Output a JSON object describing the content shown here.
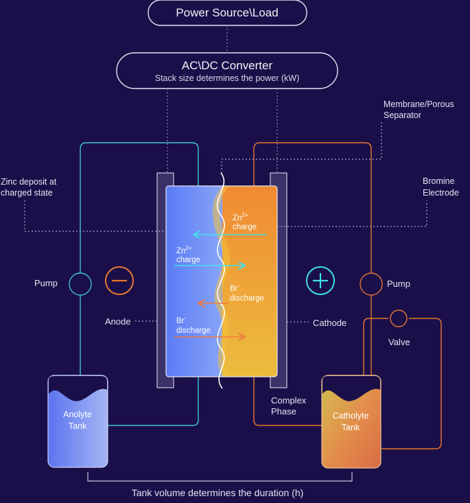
{
  "power_source": {
    "label": "Power Source\\Load"
  },
  "converter": {
    "title": "AC\\DC Converter",
    "subtitle": "Stack size determines the power (kW)"
  },
  "callouts": {
    "membrane": [
      "Membrane/Porous",
      "Separator"
    ],
    "zinc": [
      "Zinc deposit at",
      "charged state"
    ],
    "bromine": [
      "Bromine",
      "Electrode"
    ]
  },
  "labels": {
    "pump_left": "Pump",
    "pump_right": "Pump",
    "anode": "Anode",
    "cathode": "Cathode",
    "valve": "Valve",
    "complex_phase": [
      "Complex",
      "Phase"
    ],
    "anolyte_tank": [
      "Anolyte",
      "Tank"
    ],
    "catholyte_tank": [
      "Catholyte",
      "Tank"
    ],
    "duration": "Tank volume determines the duration (h)"
  },
  "cell": {
    "zn_charge_right": {
      "ion": "Zn",
      "sup": "2+",
      "label": "charge"
    },
    "zn_charge_left": {
      "ion": "Zn",
      "sup": "2+",
      "label": "charge"
    },
    "br_discharge_right": {
      "ion": "Br",
      "sup": "-",
      "label": "discharge"
    },
    "br_discharge_left": {
      "ion": "Br",
      "sup": "-",
      "label": "discharge"
    }
  },
  "symbols": {
    "negative": "−",
    "positive": "+"
  },
  "colors": {
    "background": "#1b0f49",
    "cyan": "#3ec6d6",
    "orange": "#e8782e",
    "anolyte": "#5b7bf5",
    "catholyte": "#e8a03c"
  }
}
